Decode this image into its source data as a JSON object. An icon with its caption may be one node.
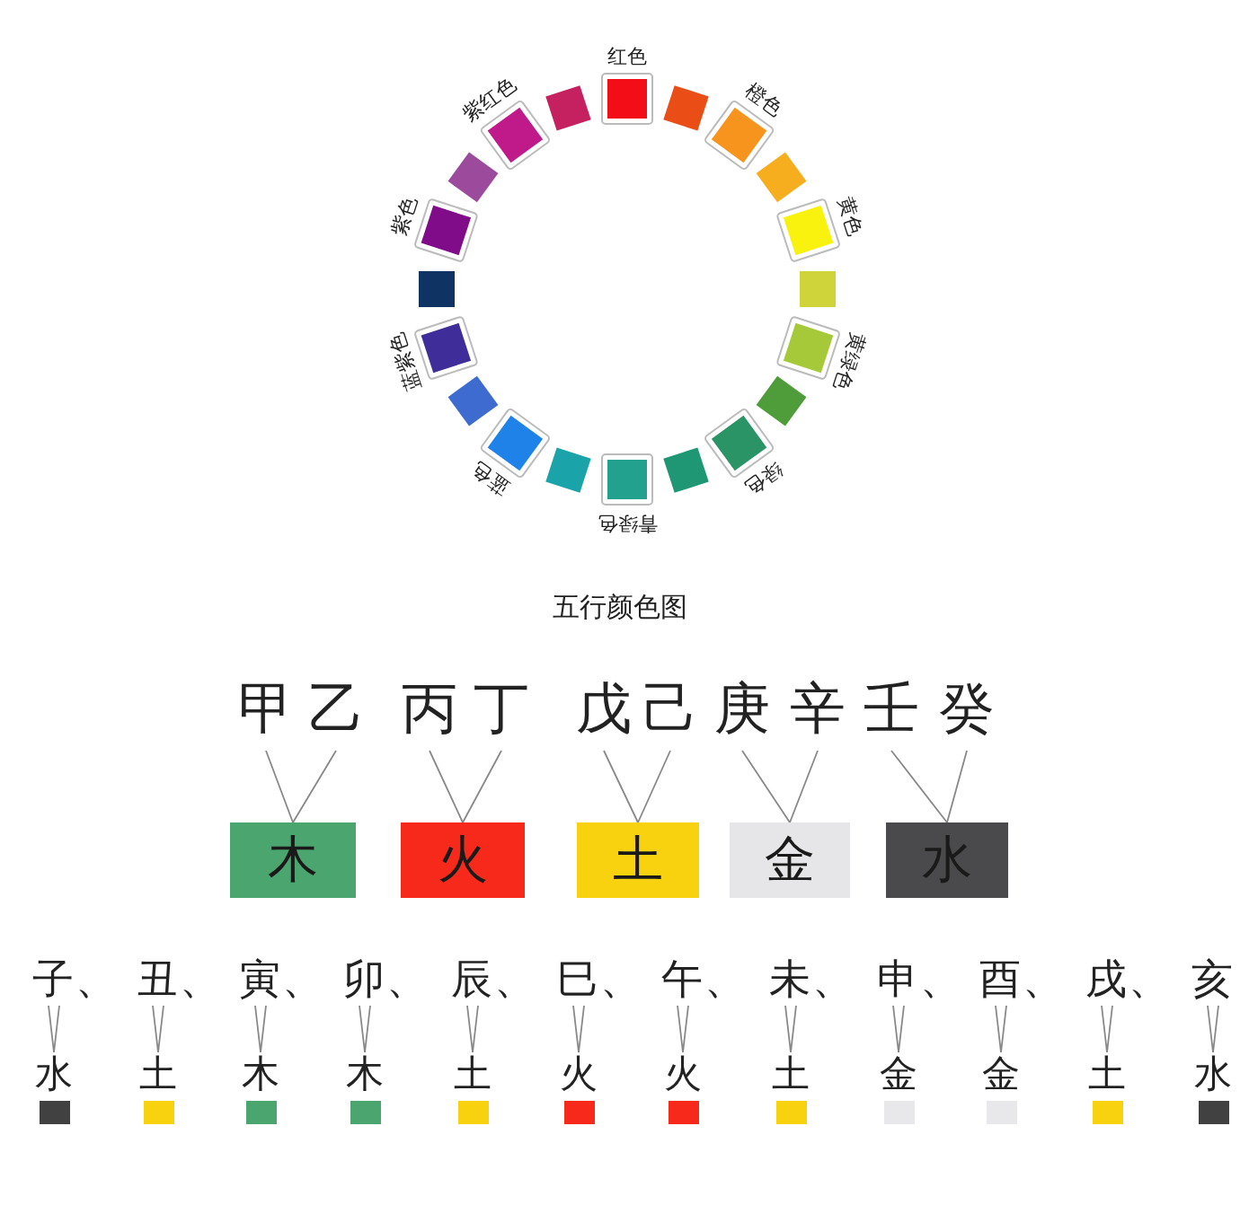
{
  "diagram": {
    "caption": "五行颜色图",
    "nodes": [
      {
        "text": [
          "甲"
        ]
      },
      {
        "text": [
          "乙"
        ]
      },
      {
        "text": [
          "丙"
        ]
      },
      {
        "text": [
          "丁"
        ]
      },
      {
        "text": [
          "戊"
        ]
      },
      {
        "text": [
          "己"
        ]
      },
      {
        "text": [
          "庚"
        ]
      },
      {
        "text": [
          "辛"
        ]
      },
      {
        "text": [
          "壬"
        ]
      },
      {
        "text": [
          "癸"
        ]
      },
      {
        "text": [
          "木"
        ]
      },
      {
        "text": [
          "火"
        ]
      },
      {
        "text": [
          "土"
        ]
      },
      {
        "text": [
          "金"
        ]
      },
      {
        "text": [
          "水"
        ]
      },
      {
        "text": [
          "子、"
        ]
      },
      {
        "text": [
          "丑、"
        ]
      },
      {
        "text": [
          "寅、"
        ]
      },
      {
        "text": [
          "卯、"
        ]
      },
      {
        "text": [
          "辰、"
        ]
      },
      {
        "text": [
          "巳、"
        ]
      },
      {
        "text": [
          "午、"
        ]
      },
      {
        "text": [
          "未、"
        ]
      },
      {
        "text": [
          "申、"
        ]
      },
      {
        "text": [
          "酉、"
        ]
      },
      {
        "text": [
          "戌、"
        ]
      },
      {
        "text": [
          "亥"
        ]
      },
      {
        "text": [
          "水"
        ]
      },
      {
        "text": [
          "土"
        ]
      },
      {
        "text": [
          "木"
        ]
      },
      {
        "text": [
          "木"
        ]
      },
      {
        "text": [
          "土"
        ]
      },
      {
        "text": [
          "火"
        ]
      },
      {
        "text": [
          "火"
        ]
      },
      {
        "text": [
          "土"
        ]
      },
      {
        "text": [
          "金"
        ]
      },
      {
        "text": [
          "金"
        ]
      },
      {
        "text": [
          "土"
        ]
      },
      {
        "text": [
          "水"
        ]
      }
    ],
    "edges": [
      {
        "from": 0,
        "to": 10,
        "arrow": "none"
      },
      {
        "from": 1,
        "to": 10,
        "arrow": "none"
      },
      {
        "from": 2,
        "to": 11,
        "arrow": "none"
      },
      {
        "from": 3,
        "to": 11,
        "arrow": "none"
      },
      {
        "from": 4,
        "to": 12,
        "arrow": "none"
      },
      {
        "from": 5,
        "to": 12,
        "arrow": "none"
      },
      {
        "from": 6,
        "to": 13,
        "arrow": "none"
      },
      {
        "from": 7,
        "to": 13,
        "arrow": "none"
      },
      {
        "from": 8,
        "to": 14,
        "arrow": "none"
      },
      {
        "from": 9,
        "to": 14,
        "arrow": "none"
      },
      {
        "from": 15,
        "to": 27,
        "arrow": "none"
      },
      {
        "from": 16,
        "to": 28,
        "arrow": "none"
      },
      {
        "from": 17,
        "to": 29,
        "arrow": "none"
      },
      {
        "from": 18,
        "to": 30,
        "arrow": "none"
      },
      {
        "from": 19,
        "to": 31,
        "arrow": "none"
      },
      {
        "from": 20,
        "to": 32,
        "arrow": "none"
      },
      {
        "from": 21,
        "to": 33,
        "arrow": "none"
      },
      {
        "from": 22,
        "to": 34,
        "arrow": "none"
      },
      {
        "from": 23,
        "to": 35,
        "arrow": "none"
      },
      {
        "from": 24,
        "to": 36,
        "arrow": "none"
      },
      {
        "from": 25,
        "to": 37,
        "arrow": "none"
      },
      {
        "from": 26,
        "to": 38,
        "arrow": "none"
      }
    ],
    "labels": [
      "红色",
      "橙色",
      "黄色",
      "黄绿色",
      "绿色",
      "青绿色",
      "蓝色",
      "蓝紫色",
      "紫色",
      "紫红色"
    ]
  }
}
